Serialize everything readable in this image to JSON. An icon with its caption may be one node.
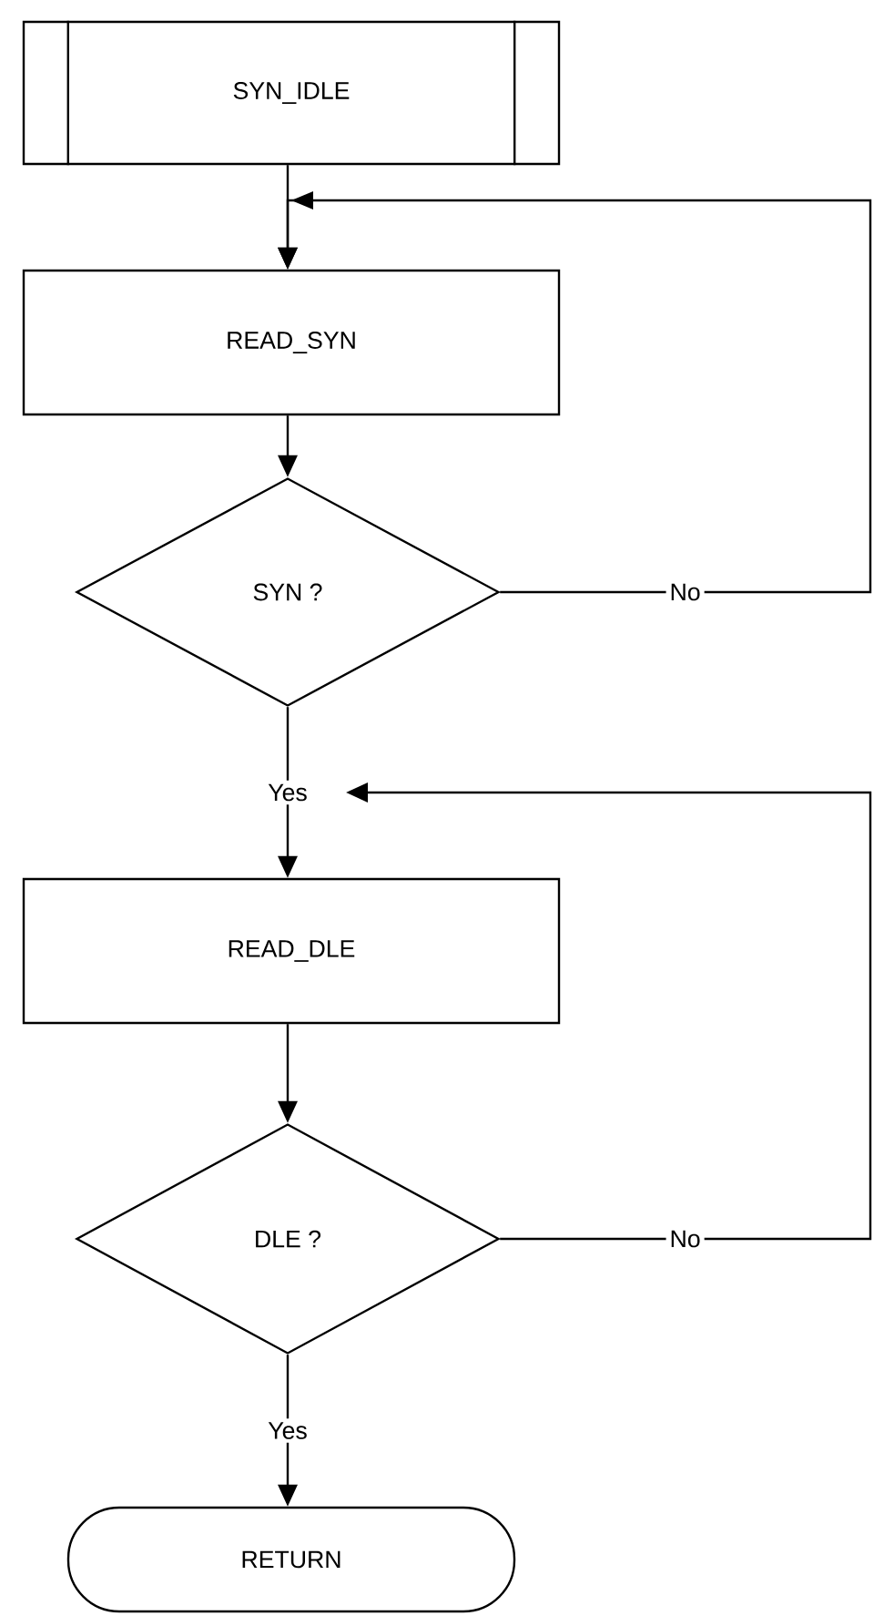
{
  "diagram": {
    "nodes": [
      {
        "text": [
          "SYN_IDLE"
        ]
      },
      {
        "text": [
          "READ_SYN"
        ]
      },
      {
        "text": [
          "SYN ?"
        ]
      },
      {
        "text": [
          "READ_DLE"
        ]
      },
      {
        "text": [
          "DLE ?"
        ]
      },
      {
        "text": [
          "RETURN"
        ]
      }
    ],
    "edges": [
      {
        "from": 0,
        "to": 1,
        "arrow": "to"
      },
      {
        "from": 1,
        "to": 2,
        "arrow": "to"
      },
      {
        "from": 2,
        "to": 3,
        "arrow": "to",
        "label": "Yes"
      },
      {
        "from": 3,
        "to": 4,
        "arrow": "to"
      },
      {
        "from": 4,
        "to": 5,
        "arrow": "to",
        "label": "Yes"
      },
      {
        "from": 2,
        "to": 1,
        "arrow": "to",
        "label": "No"
      },
      {
        "from": 4,
        "to": 3,
        "arrow": "to",
        "label": "No"
      }
    ]
  }
}
